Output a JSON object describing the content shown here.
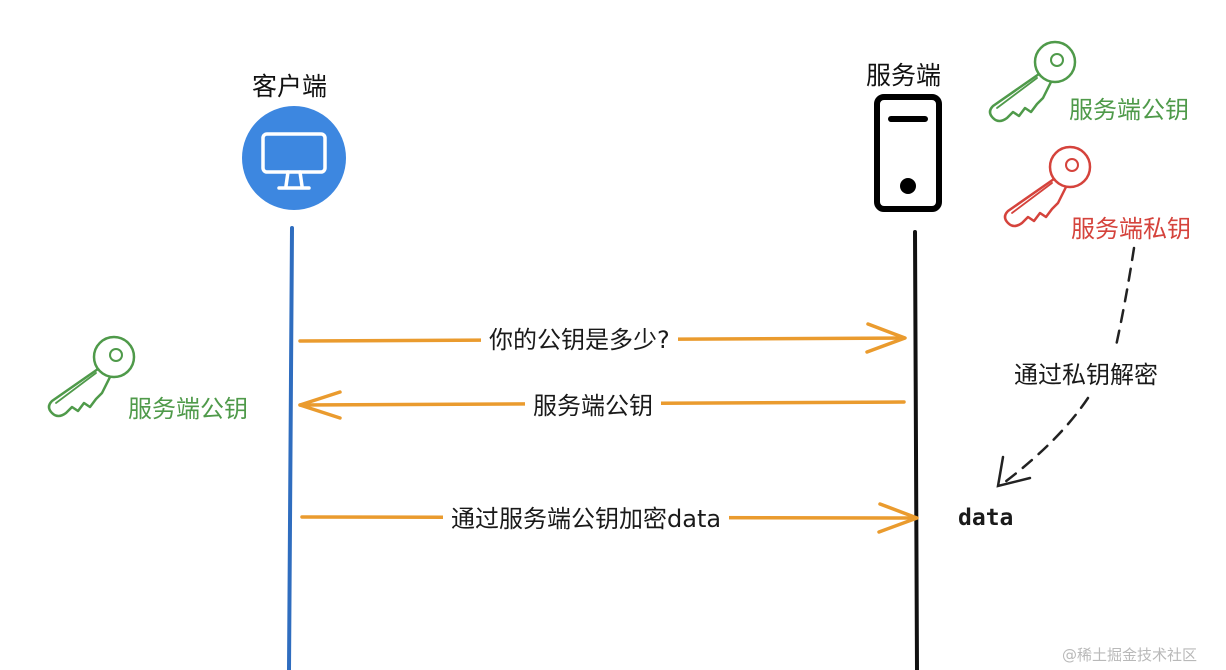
{
  "actors": {
    "client": {
      "label": "客户端",
      "icon": "monitor-icon"
    },
    "server": {
      "label": "服务端",
      "icon": "server-icon"
    }
  },
  "keys": {
    "server_public": {
      "label": "服务端公钥",
      "icon": "key-icon",
      "color": "#4f9a4a"
    },
    "server_private": {
      "label": "服务端私钥",
      "icon": "key-icon",
      "color": "#d5433c"
    },
    "client_holds": {
      "label": "服务端公钥",
      "icon": "key-icon",
      "color": "#4f9a4a"
    }
  },
  "messages": [
    {
      "label": "你的公钥是多少?",
      "direction": "client-to-server"
    },
    {
      "label": "服务端公钥",
      "direction": "server-to-client"
    },
    {
      "label": "通过服务端公钥加密data",
      "direction": "client-to-server"
    }
  ],
  "decrypt_label": "通过私钥解密",
  "data_label": "data",
  "watermark": "@稀土掘金技术社区",
  "colors": {
    "client_line": "#2f6dbf",
    "client_icon_bg": "#3d87e0",
    "server_line": "#111111",
    "arrow": "#ea9b2e",
    "public_key": "#4f9a4a",
    "private_key": "#d5433c"
  }
}
